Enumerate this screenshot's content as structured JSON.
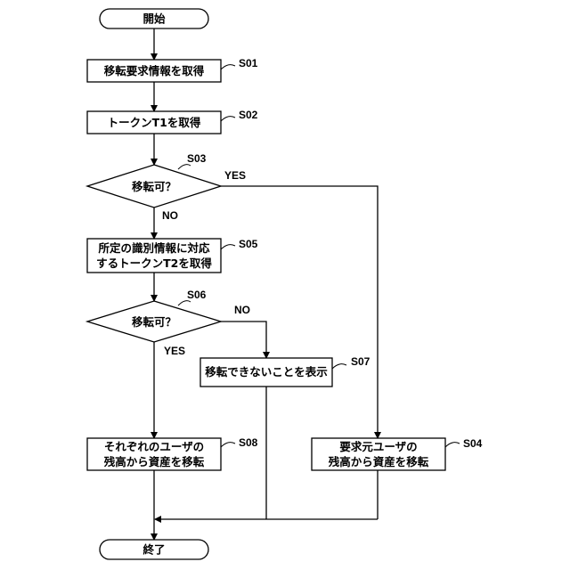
{
  "nodes": {
    "start": {
      "text": "開始"
    },
    "s01": {
      "text": "移転要求情報を取得",
      "step": "S01"
    },
    "s02": {
      "text": "トークンT1を取得",
      "step": "S02"
    },
    "s03": {
      "text": "移転可？",
      "step": "S03"
    },
    "s05": {
      "line1": "所定の識別情報に対応",
      "line2": "するトークンT2を取得",
      "step": "S05"
    },
    "s06": {
      "text": "移転可？",
      "step": "S06"
    },
    "s07": {
      "text": "移転できないことを表示",
      "step": "S07"
    },
    "s08": {
      "line1": "それぞれのユーザの",
      "line2": "残高から資産を移転",
      "step": "S08"
    },
    "s04": {
      "line1": "要求元ユーザの",
      "line2": "残高から資産を移転",
      "step": "S04"
    },
    "end": {
      "text": "終了"
    }
  },
  "branches": {
    "s03_yes": "YES",
    "s03_no": "NO",
    "s06_no": "NO",
    "s06_yes": "YES"
  }
}
